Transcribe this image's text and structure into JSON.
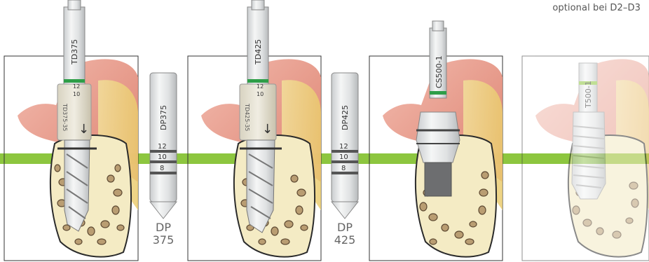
{
  "note": "optional bei D2–D3",
  "steps": [
    {
      "tool_label": "TD375",
      "tool_marks": [
        "12",
        "10"
      ],
      "shaft_text": "TD375-35"
    },
    {
      "tool_label": "TD425",
      "tool_marks": [
        "12",
        "10"
      ],
      "shaft_text": "TD425-35"
    },
    {
      "tool_label": "CS500-1"
    },
    {
      "tool_label": "T500-1"
    }
  ],
  "depth_probes": [
    {
      "label": "DP375",
      "marks": [
        "12",
        "10",
        "8"
      ],
      "caption_top": "DP",
      "caption_bottom": "375"
    },
    {
      "label": "DP425",
      "marks": [
        "12",
        "10",
        "8"
      ],
      "caption_top": "DP",
      "caption_bottom": "425"
    }
  ],
  "colors": {
    "guide_bar": "#8dc63f",
    "green_ring": "#2e9e48",
    "gum": "#e58a7a",
    "bone": "#f4ebc4",
    "bone_pore": "#b99d72"
  }
}
